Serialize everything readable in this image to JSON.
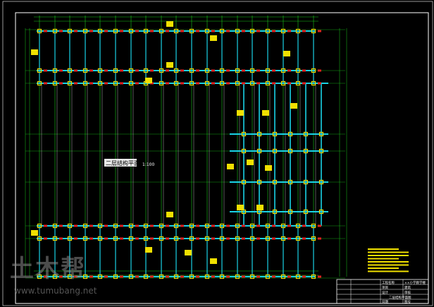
{
  "drawing": {
    "plan_title": "二层结构平面图",
    "scale": "1:100"
  },
  "title_block": {
    "rows": [
      [
        "",
        "工程名称",
        "××小学教学楼"
      ],
      [
        "",
        "项目",
        "建筑"
      ],
      [
        "",
        "设计",
        "审核"
      ],
      [
        "",
        "二层结构平面图",
        ""
      ],
      [
        "",
        "日期",
        "图号"
      ]
    ]
  },
  "watermark": {
    "logo_text": "土木帮",
    "url": "www.tumubang.net"
  },
  "colors": {
    "background": "#000000",
    "grid_green": "#19c919",
    "beam_cyan": "#19d3e6",
    "column_yellow": "#f0e000",
    "rebar_red": "#e02020",
    "frame_white": "#ffffff"
  }
}
